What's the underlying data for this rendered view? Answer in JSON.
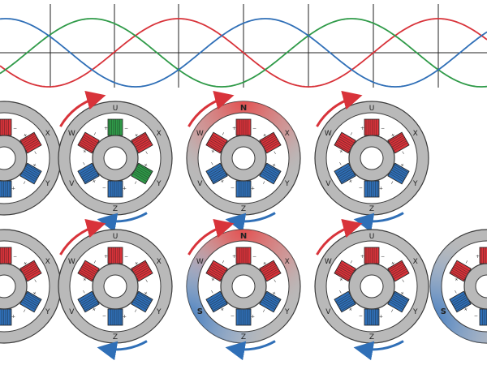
{
  "colors": {
    "phase_u": "#d8333a",
    "phase_v": "#2f6fb7",
    "phase_w": "#2f9a48",
    "stator": "#b9b9b9",
    "outline": "#3a3a3a",
    "axis": "#222222"
  },
  "waveform": {
    "description_phases": [
      "U",
      "V",
      "W"
    ]
  },
  "motors": [
    {
      "row": 0,
      "col": 0,
      "labels": {
        "top": "",
        "tr": "X",
        "br": "Y",
        "bottom": "",
        "bl": "",
        "tl": ""
      },
      "pole_n": "",
      "pole_s": "",
      "partial": "left"
    },
    {
      "row": 0,
      "col": 1,
      "labels": {
        "top": "U",
        "tr": "X",
        "br": "Y",
        "bottom": "Z",
        "bl": "V",
        "tl": "W"
      },
      "pole_n": "",
      "pole_s": "",
      "center_mark": "0"
    },
    {
      "row": 0,
      "col": 2,
      "labels": {
        "top": "N",
        "tr": "X",
        "br": "Y",
        "bottom": "Z",
        "bl": "V",
        "tl": "W"
      },
      "pole_n": "N",
      "pole_s": ""
    },
    {
      "row": 0,
      "col": 3,
      "labels": {
        "top": "U",
        "tr": "X",
        "br": "Y",
        "bottom": "Z",
        "bl": "V",
        "tl": "W"
      },
      "pole_n": "",
      "pole_s": ""
    },
    {
      "row": 1,
      "col": 0,
      "labels": {
        "top": "",
        "tr": "X",
        "br": "Y",
        "bottom": "",
        "bl": "",
        "tl": ""
      },
      "pole_n": "",
      "pole_s": "",
      "partial": "left"
    },
    {
      "row": 1,
      "col": 1,
      "labels": {
        "top": "U",
        "tr": "X",
        "br": "Y",
        "bottom": "Z",
        "bl": "V",
        "tl": "W"
      },
      "pole_n": "",
      "pole_s": ""
    },
    {
      "row": 1,
      "col": 2,
      "labels": {
        "top": "N",
        "tr": "X",
        "br": "Y",
        "bottom": "Z",
        "bl": "S",
        "tl": "W"
      },
      "pole_n": "N",
      "pole_s": "S"
    },
    {
      "row": 1,
      "col": 3,
      "labels": {
        "top": "U",
        "tr": "X",
        "br": "Y",
        "bottom": "Z",
        "bl": "V",
        "tl": "W"
      },
      "pole_n": "",
      "pole_s": ""
    },
    {
      "row": 1,
      "col": 4,
      "labels": {
        "top": "",
        "tr": "",
        "br": "",
        "bottom": "",
        "bl": "S",
        "tl": ""
      },
      "pole_n": "",
      "pole_s": "S",
      "partial": "right"
    }
  ]
}
